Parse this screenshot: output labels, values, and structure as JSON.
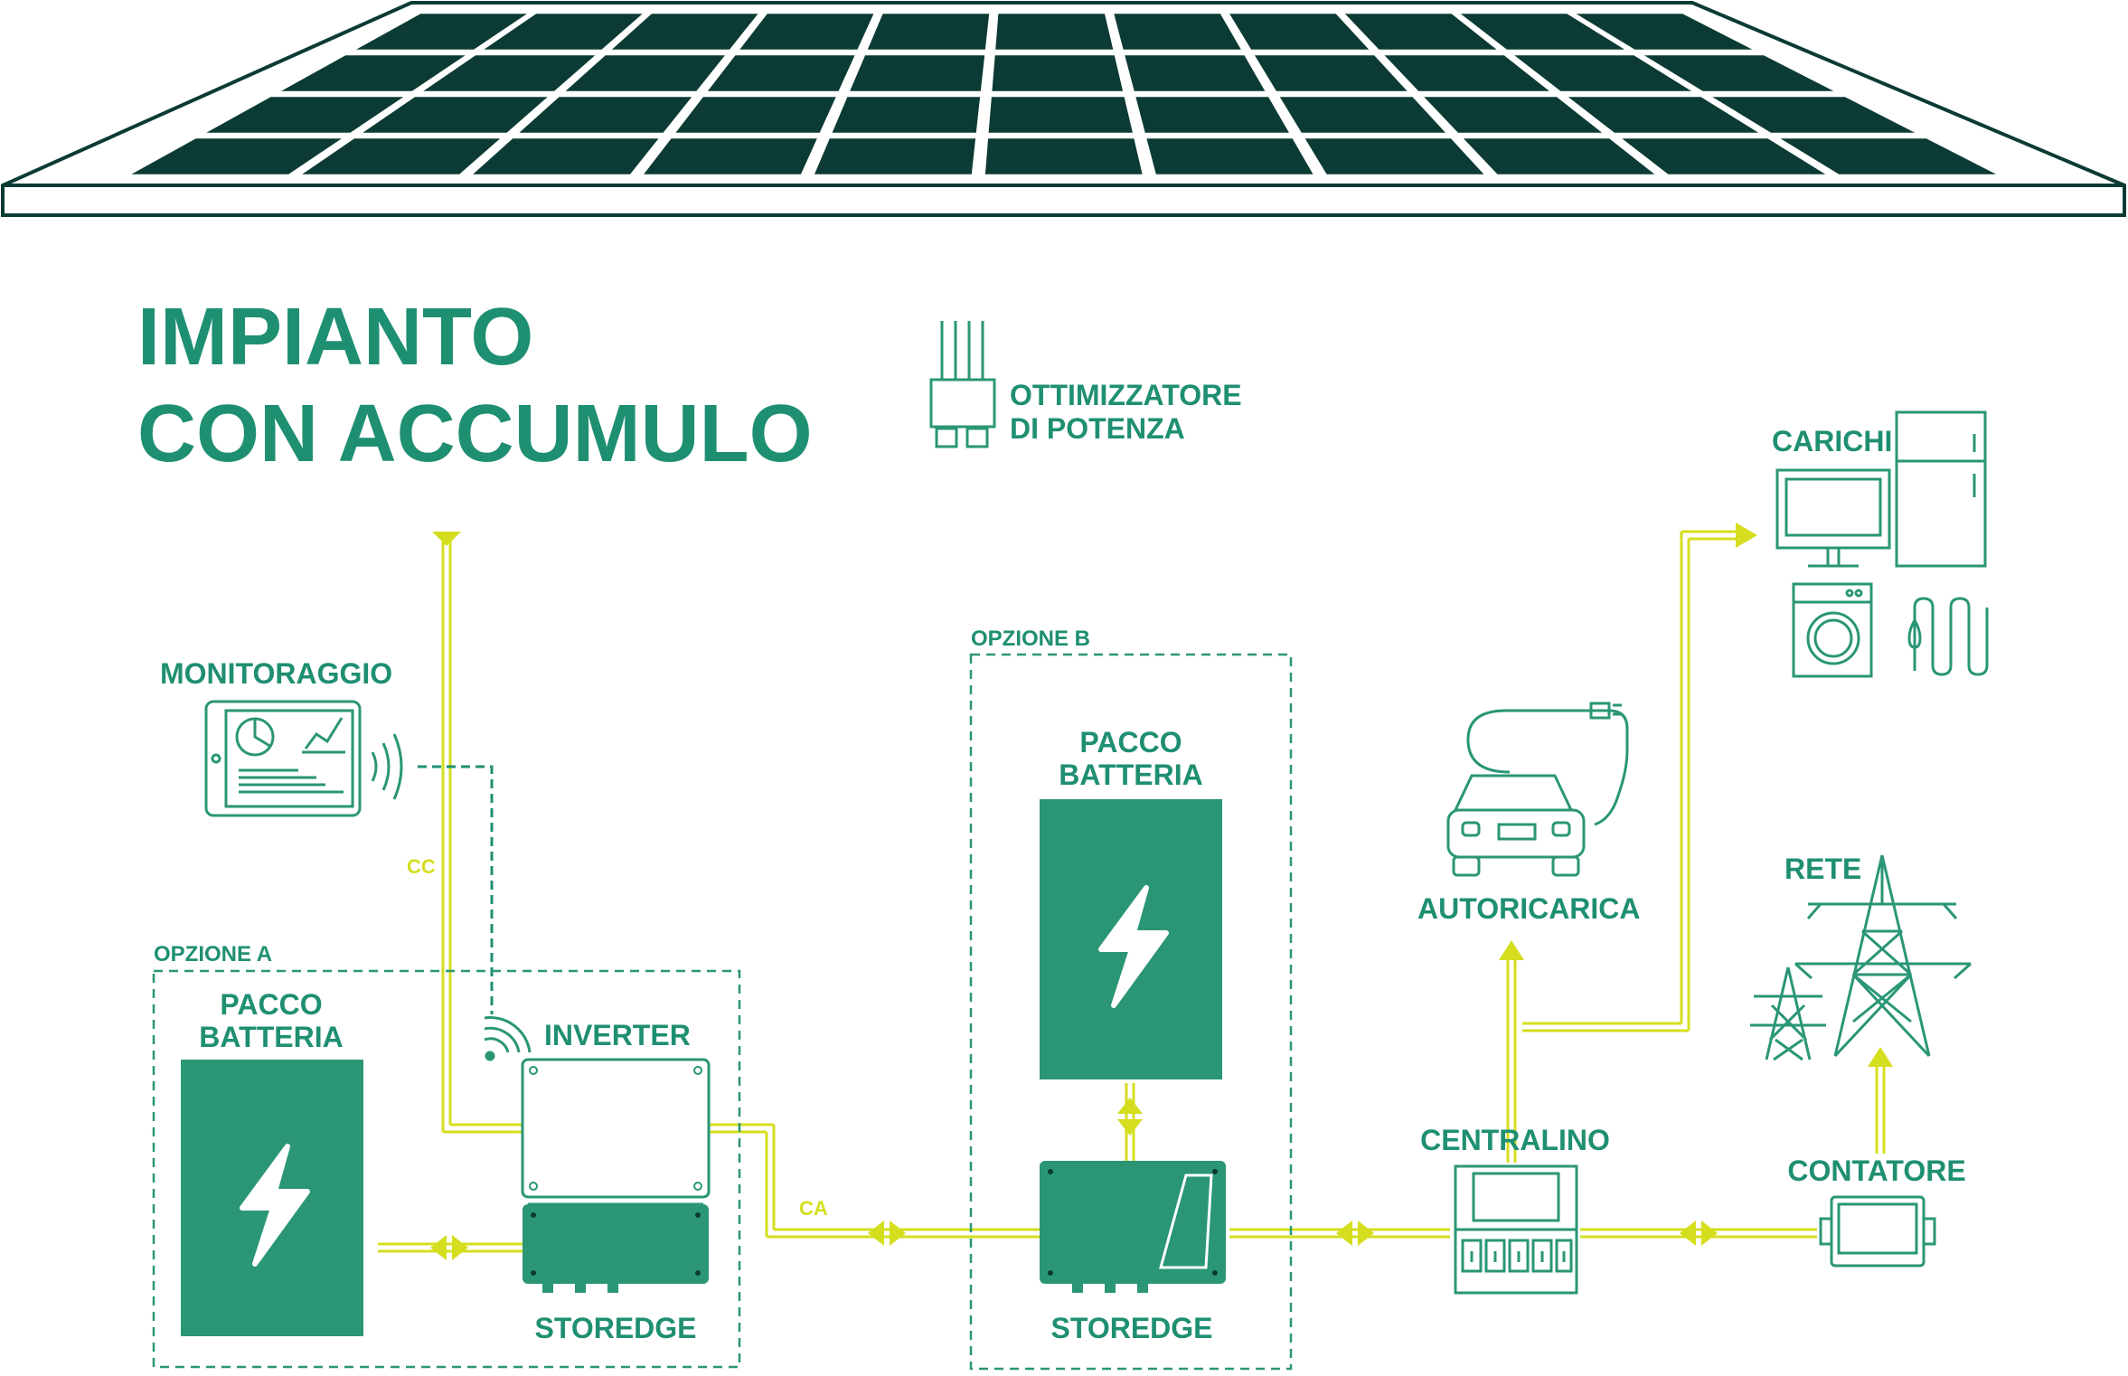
{
  "title": {
    "line1": "IMPIANTO",
    "line2": "CON ACCUMULO"
  },
  "optimizer": {
    "line1": "OTTIMIZZATORE",
    "line2": "DI POTENZA"
  },
  "monitoring": {
    "label": "MONITORAGGIO"
  },
  "option_a": {
    "label": "OPZIONE A",
    "battery_line1": "PACCO",
    "battery_line2": "BATTERIA",
    "inverter": "INVERTER",
    "storedge": "STOREDGE"
  },
  "option_b": {
    "label": "OPZIONE B",
    "battery_line1": "PACCO",
    "battery_line2": "BATTERIA",
    "storedge": "STOREDGE"
  },
  "flow": {
    "dc": "CC",
    "ac": "CA"
  },
  "loads": {
    "label": "CARICHI"
  },
  "ev": {
    "label": "AUTORICARICA"
  },
  "grid": {
    "label": "RETE"
  },
  "panel": {
    "label": "CENTRALINO"
  },
  "meter": {
    "label": "CONTATORE"
  },
  "colors": {
    "green": "#2a9676",
    "text_green": "#1f8f72",
    "dark_panel": "#0b3b34",
    "line_yellow": "#d4de1e",
    "stroke_green": "#2a9676"
  }
}
